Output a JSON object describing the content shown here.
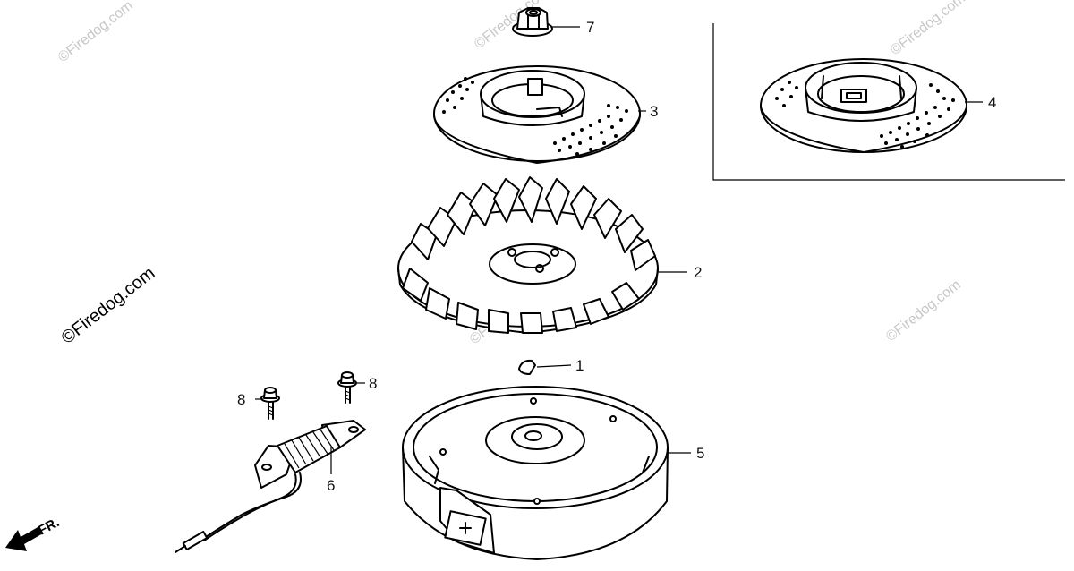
{
  "watermark_text": "©Firedog.com",
  "direction_label": "FR.",
  "callouts": {
    "p1": "1",
    "p2": "2",
    "p3": "3",
    "p4": "4",
    "p5": "5",
    "p6": "6",
    "p7": "7",
    "p8a": "8",
    "p8b": "8"
  },
  "colors": {
    "ink": "#000000",
    "watermark": "#c8c8c8",
    "background": "#ffffff"
  }
}
